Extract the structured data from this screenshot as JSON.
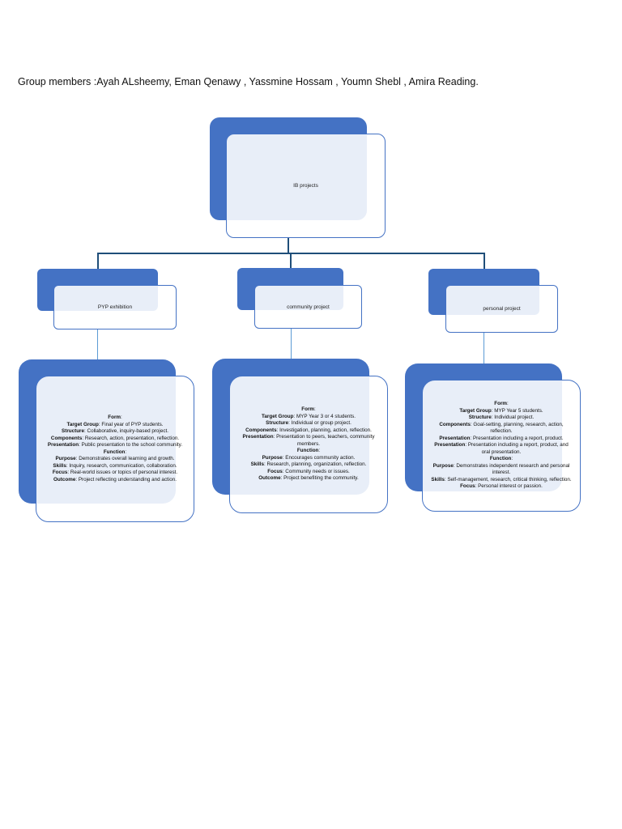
{
  "heading": "Group members :Ayah ALsheemy, Eman Qenawy , Yassmine Hossam , Youmn Shebl , Amira Reading.",
  "root": {
    "label": "IB projects"
  },
  "projects": [
    {
      "label": "PYP exhibition",
      "details": [
        {
          "key": "Form",
          "value": ""
        },
        {
          "key": "Target Group",
          "value": "Final year of PYP students."
        },
        {
          "key": "Structure",
          "value": "Collaborative, inquiry-based project."
        },
        {
          "key": "Components",
          "value": "Research, action, presentation, reflection."
        },
        {
          "key": "Presentation",
          "value": "Public presentation to the school community."
        },
        {
          "key": "Function",
          "value": ""
        },
        {
          "key": "Purpose",
          "value": "Demonstrates overall learning and growth."
        },
        {
          "key": "Skills",
          "value": "Inquiry, research, communication, collaboration."
        },
        {
          "key": "Focus",
          "value": "Real-world issues or topics of personal interest."
        },
        {
          "key": "Outcome",
          "value": "Project reflecting understanding and action."
        }
      ]
    },
    {
      "label": "community project",
      "details": [
        {
          "key": "Form",
          "value": ""
        },
        {
          "key": "Target Group",
          "value": "MYP Year 3 or 4 students."
        },
        {
          "key": "Structure",
          "value": "Individual or group project."
        },
        {
          "key": "Components",
          "value": "Investigation, planning, action, reflection."
        },
        {
          "key": "Presentation",
          "value": "Presentation to peers, teachers, community members."
        },
        {
          "key": "Function",
          "value": ""
        },
        {
          "key": "Purpose",
          "value": "Encourages community action."
        },
        {
          "key": "Skills",
          "value": "Research, planning, organization, reflection."
        },
        {
          "key": "Focus",
          "value": "Community needs or issues."
        },
        {
          "key": "Outcome",
          "value": "Project benefiting the community."
        }
      ]
    },
    {
      "label": "personal project",
      "details": [
        {
          "key": "Form",
          "value": ""
        },
        {
          "key": "Target Group",
          "value": "MYP Year 5 students."
        },
        {
          "key": "Structure",
          "value": "Individual project."
        },
        {
          "key": "Components",
          "value": "Goal-setting, planning, research, action, reflection."
        },
        {
          "key": "Presentation",
          "value": "Presentation including a report, product."
        },
        {
          "key": "Presentation",
          "value": "Presentation including a report, product, and oral presentation."
        },
        {
          "key": "Function",
          "value": ""
        },
        {
          "key": "Purpose",
          "value": "Demonstrates independent research and personal interest."
        },
        {
          "key": "Skills",
          "value": "Self-management, research, critical thinking, reflection."
        },
        {
          "key": "Focus",
          "value": "Personal interest or passion."
        }
      ]
    }
  ],
  "colors": {
    "accent": "#4472c4",
    "connector": "#1f4e79"
  }
}
